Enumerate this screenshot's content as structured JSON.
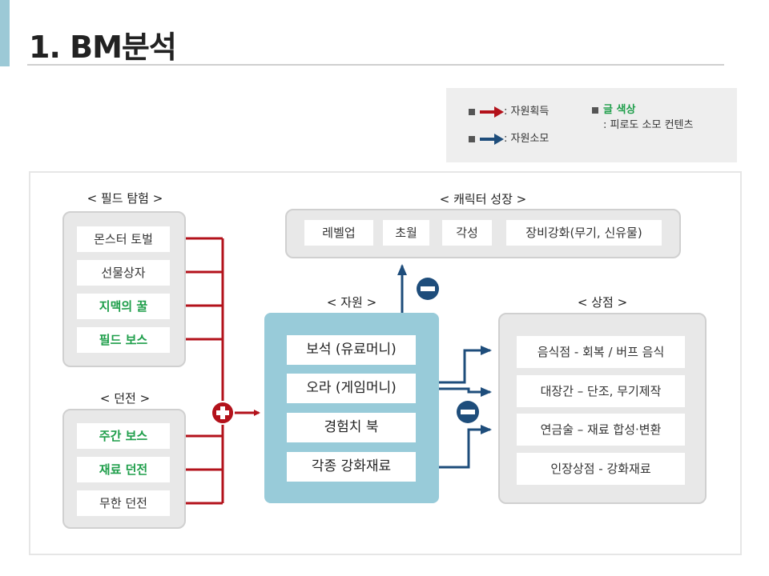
{
  "page": {
    "title": "1. BM분석"
  },
  "legend": {
    "gain_label": ": 자원획득",
    "spend_label": ": 자원소모",
    "text_color_label": "글 색상",
    "text_color_desc": ": 피로도 소모 컨텐츠",
    "gain_color": "#b3121b",
    "spend_color": "#1e4d7b",
    "green_color": "#1e9e4a"
  },
  "field": {
    "label": "< 필드 탐험 >",
    "items": [
      "몬스터 토벌",
      "선물상자",
      "지맥의 꿀",
      "필드 보스"
    ],
    "green": [
      false,
      false,
      true,
      true
    ]
  },
  "dungeon": {
    "label": "< 던전 >",
    "items": [
      "주간 보스",
      "재료 던전",
      "무한 던전"
    ],
    "green": [
      true,
      true,
      false
    ]
  },
  "growth": {
    "label": "< 캐릭터 성장 >",
    "items": [
      "레벨업",
      "초월",
      "각성",
      "장비강화(무기, 신유물)"
    ]
  },
  "resources": {
    "label": "< 자원 >",
    "items": [
      "보석 (유료머니)",
      "오라 (게임머니)",
      "경험치 북",
      "각종 강화재료"
    ]
  },
  "shop": {
    "label": "< 상점 >",
    "items": [
      "음식점 - 회복 / 버프 음식",
      "대장간 – 단조, 무기제작",
      "연금술 – 재료 합성·변환",
      "인장상점 - 강화재료"
    ]
  }
}
